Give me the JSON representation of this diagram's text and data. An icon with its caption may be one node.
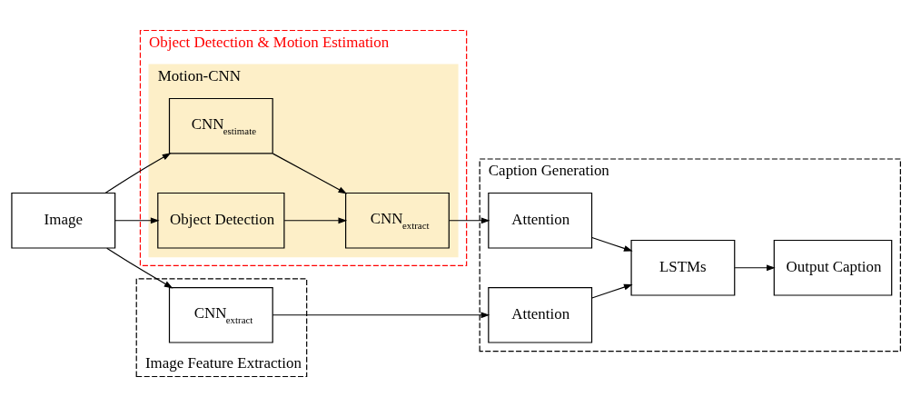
{
  "diagram": {
    "nodes": [
      {
        "text": [
          "Image"
        ]
      },
      {
        "text": [
          "Image Feature Extraction"
        ]
      },
      {
        "text": [
          "CNN$_{extract}$"
        ],
        "in": 1
      },
      {
        "text": [
          "Caption Generation"
        ]
      },
      {
        "text": [
          "Attention"
        ],
        "in": 3
      },
      {
        "text": [
          "Attention"
        ],
        "in": 3
      },
      {
        "text": [
          "LSTMs"
        ],
        "in": 3
      },
      {
        "text": [
          "Output Caption"
        ],
        "in": 3
      },
      {
        "text": [
          "Object Detection & Motion Estimation"
        ]
      },
      {
        "text": [
          "Motion-CNN"
        ],
        "in": 8
      },
      {
        "text": [
          "CNN$_{estimate}$"
        ],
        "in": 9
      },
      {
        "text": [
          "CNN$_{extract}$"
        ],
        "in": 9
      },
      {
        "text": [
          "Object Detection"
        ],
        "in": 9
      }
    ],
    "edges": [
      {
        "from": 0,
        "to": 2,
        "arrow": "to"
      },
      {
        "from": 0,
        "to": 10,
        "arrow": "to"
      },
      {
        "from": 0,
        "to": 12,
        "arrow": "to"
      },
      {
        "from": 2,
        "to": 4,
        "arrow": "to"
      },
      {
        "from": 10,
        "to": 11,
        "arrow": "to"
      },
      {
        "from": 12,
        "to": 11,
        "arrow": "to"
      },
      {
        "from": 11,
        "to": 5,
        "arrow": "to"
      },
      {
        "from": 4,
        "to": 6,
        "arrow": "to"
      },
      {
        "from": 5,
        "to": 6,
        "arrow": "to"
      },
      {
        "from": 6,
        "to": 7,
        "arrow": "to"
      }
    ]
  }
}
